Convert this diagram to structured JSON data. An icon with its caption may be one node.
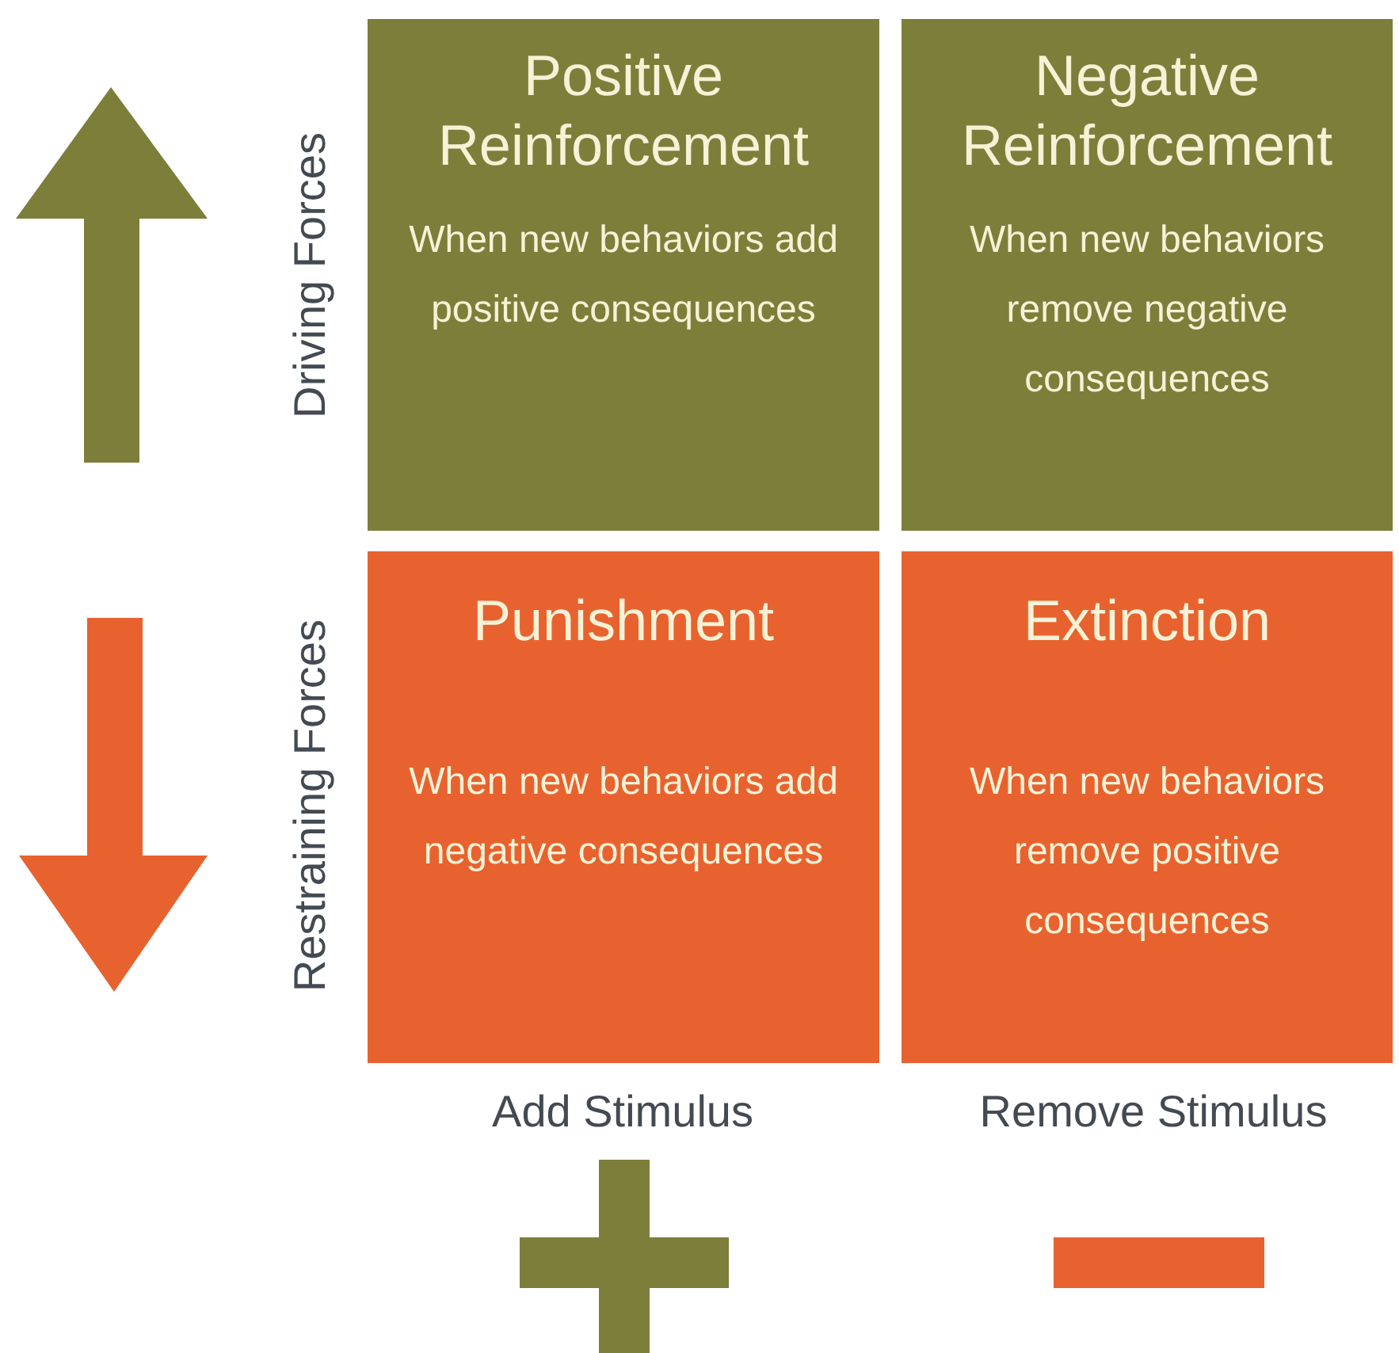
{
  "diagram": {
    "nodes": [
      {
        "text": [
          "Positive Reinforcement",
          "When new behaviors add positive consequences"
        ]
      },
      {
        "text": [
          "Negative Reinforcement",
          "When new behaviors remove negative consequences"
        ]
      },
      {
        "text": [
          "Punishment",
          "When new behaviors add negative consequences"
        ]
      },
      {
        "text": [
          "Extinction",
          "When new behaviors remove positive consequences"
        ]
      }
    ],
    "labels": [
      "Driving Forces",
      "Restraining Forces",
      "Add Stimulus",
      "Remove Stimulus"
    ]
  }
}
